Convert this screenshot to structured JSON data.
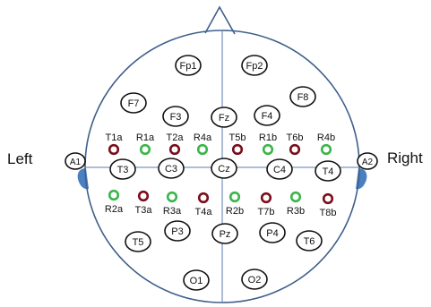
{
  "sides": {
    "left": "Left",
    "right": "Right"
  },
  "ears": [
    {
      "label": "A1"
    },
    {
      "label": "A2"
    }
  ],
  "electrodes": [
    {
      "label": "Fp1"
    },
    {
      "label": "Fp2"
    },
    {
      "label": "F7"
    },
    {
      "label": "F8"
    },
    {
      "label": "F3"
    },
    {
      "label": "Fz"
    },
    {
      "label": "F4"
    },
    {
      "label": "T3"
    },
    {
      "label": "C3"
    },
    {
      "label": "Cz"
    },
    {
      "label": "C4"
    },
    {
      "label": "T4"
    },
    {
      "label": "T5"
    },
    {
      "label": "P3"
    },
    {
      "label": "Pz"
    },
    {
      "label": "P4"
    },
    {
      "label": "T6"
    },
    {
      "label": "O1"
    },
    {
      "label": "O2"
    }
  ],
  "sensor_types": {
    "T": {
      "color": "#7a0d1b"
    },
    "R": {
      "color": "#3ab54a"
    }
  },
  "sensors": [
    {
      "label": "T1a",
      "type": "T"
    },
    {
      "label": "R1a",
      "type": "R"
    },
    {
      "label": "T2a",
      "type": "T"
    },
    {
      "label": "R4a",
      "type": "R"
    },
    {
      "label": "T5b",
      "type": "T"
    },
    {
      "label": "R1b",
      "type": "R"
    },
    {
      "label": "T6b",
      "type": "T"
    },
    {
      "label": "R4b",
      "type": "R"
    },
    {
      "label": "R2a",
      "type": "R"
    },
    {
      "label": "T3a",
      "type": "T"
    },
    {
      "label": "R3a",
      "type": "R"
    },
    {
      "label": "T4a",
      "type": "T"
    },
    {
      "label": "R2b",
      "type": "R"
    },
    {
      "label": "T7b",
      "type": "T"
    },
    {
      "label": "R3b",
      "type": "R"
    },
    {
      "label": "T8b",
      "type": "T"
    }
  ],
  "colors": {
    "outline": "#3f5f8c",
    "ear_fill": "#4a7fc1"
  }
}
